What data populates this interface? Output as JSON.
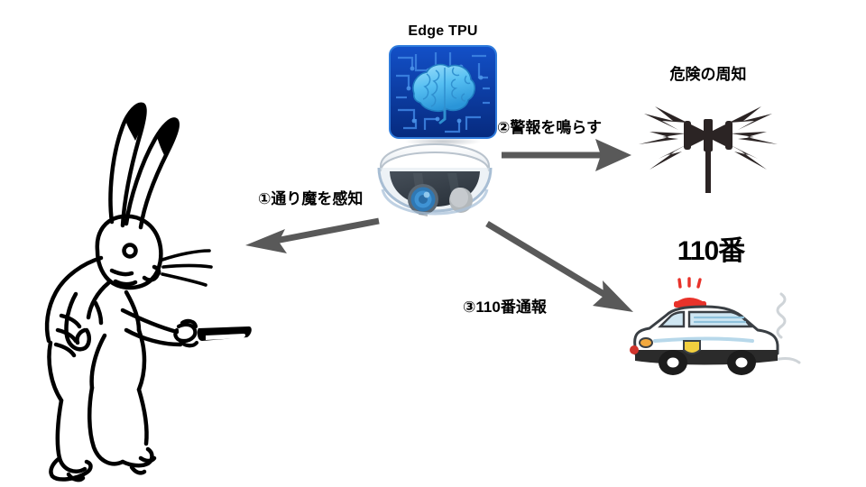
{
  "diagram": {
    "title": "Edge TPU crime detection flow",
    "background": "#ffffff",
    "arrow_color": "#595959"
  },
  "nodes": {
    "tpu": {
      "label": "Edge TPU",
      "icon": "brain-circuit-board-icon",
      "board_color": "#0b3fa8",
      "brain_color": "#5cc4f2"
    },
    "camera": {
      "label": "",
      "icon": "dome-security-camera-icon",
      "dome_color": "#f2f5f8",
      "body_color": "#36404a",
      "lens_color": "#3a8fd0"
    },
    "speaker": {
      "label": "危険の周知",
      "icon": "loudspeaker-alarm-icon",
      "color": "#2b2424"
    },
    "police": {
      "label": "110番",
      "icon": "police-car-icon",
      "siren_color": "#e8322a",
      "body_color": "#ffffff",
      "lower_body_color": "#2b2b2b"
    },
    "rabbit": {
      "label": "",
      "icon": "rabbit-with-knife-icon",
      "color": "#000000"
    }
  },
  "arrows": [
    {
      "id": "arrow-1",
      "label": "①通り魔を感知",
      "from": "camera",
      "to": "rabbit",
      "direction": "left"
    },
    {
      "id": "arrow-2",
      "label": "②警報を鳴らす",
      "from": "camera",
      "to": "speaker",
      "direction": "right"
    },
    {
      "id": "arrow-3",
      "label": "③110番通報",
      "from": "camera",
      "to": "police",
      "direction": "down-right"
    }
  ]
}
